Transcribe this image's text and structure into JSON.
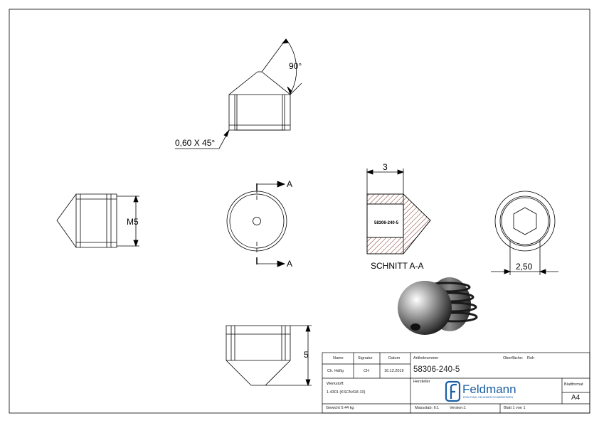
{
  "views": {
    "angle_label": "90°",
    "chamfer_label": "0,60 X 45°",
    "thread_label": "M5",
    "section_marker_top": "A",
    "section_marker_bottom": "A",
    "section_width_label": "3",
    "section_part_text": "58306-240-5",
    "section_title": "SCHNITT A-A",
    "hex_size_label": "2,50",
    "length_label": "5"
  },
  "title_block": {
    "name_header": "Name",
    "signature_header": "Signatur",
    "date_header": "Datum",
    "name": "Ch. Häfig",
    "signature": "CH",
    "date": "16.12.2019",
    "article_number_label": "Artikelnummer",
    "article_number": "58306-240-5",
    "surface_label": "Oberfläche:",
    "surface": "Roh",
    "material_label": "Werkstoff:",
    "material": "1.4301 (KSCN418-10)",
    "manufacturer_label": "Hersteller",
    "logo_text": "Feldmann",
    "logo_tagline": "EDELSTAHL GELÄNDER SCHMIEDEEISEN",
    "format_label": "Blattformat",
    "format": "A4",
    "weight": "Gewicht 0.44 kg",
    "scale": "Massstab: 6:1",
    "version": "Version:1",
    "sheet": "Blatt 1 von 1"
  },
  "colors": {
    "line": "#000000",
    "hatch": "#7a2f22",
    "logo_blue": "#1d5fa3"
  }
}
